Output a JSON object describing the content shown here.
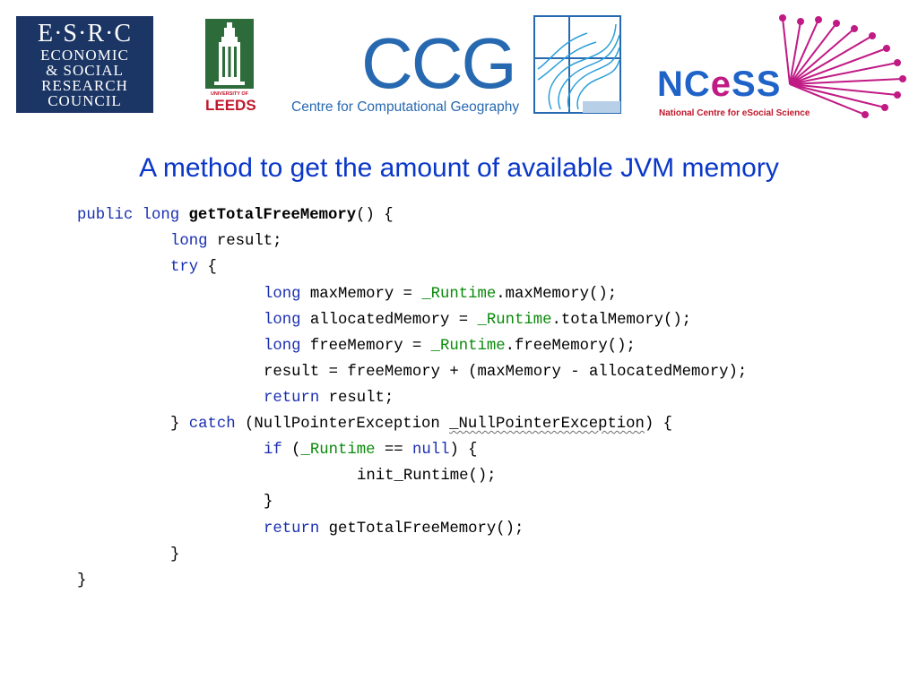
{
  "logos": {
    "esrc": [
      "E·S·R·C",
      "ECONOMIC",
      "& SOCIAL",
      "RESEARCH",
      "COUNCIL"
    ],
    "leeds": {
      "university_of": "UNIVERSITY OF",
      "name": "LEEDS"
    },
    "ccg": {
      "acronym": "CCG",
      "full_name": "Centre for Computational Geography"
    },
    "ncess": {
      "prefix": "NC",
      "e": "e",
      "suffix": "SS",
      "tagline": "National Centre for eSocial Science"
    }
  },
  "slide": {
    "title": "A method to get the amount of available JVM memory"
  },
  "code": {
    "l1": {
      "kw1": "public",
      "kw2": "long",
      "name": "getTotalFreeMemory",
      "rest": "() {"
    },
    "l2": {
      "kw": "long",
      "rest": " result;"
    },
    "l3": {
      "kw": "try",
      "rest": " {"
    },
    "l4": {
      "kw": "long",
      "a": " maxMemory = ",
      "f": "_Runtime",
      "b": ".maxMemory();"
    },
    "l5": {
      "kw": "long",
      "a": " allocatedMemory = ",
      "f": "_Runtime",
      "b": ".totalMemory();"
    },
    "l6": {
      "kw": "long",
      "a": " freeMemory = ",
      "f": "_Runtime",
      "b": ".freeMemory();"
    },
    "l7": {
      "text": "result = freeMemory + (maxMemory - allocatedMemory);"
    },
    "l8": {
      "kw": "return",
      "rest": " result;"
    },
    "l9": {
      "a": "} ",
      "kw": "catch",
      "b": " (NullPointerException ",
      "sq": "_NullPointerException",
      "c": ") {"
    },
    "l10": {
      "kw": "if",
      "a": " (",
      "f": "_Runtime",
      "b": " == ",
      "kw2": "null",
      "c": ") {"
    },
    "l11": {
      "text": "init_Runtime();"
    },
    "l12": {
      "text": "}"
    },
    "l13": {
      "kw": "return",
      "rest": " getTotalFreeMemory();"
    },
    "l14": {
      "text": "}"
    },
    "l15": {
      "text": "}"
    }
  }
}
